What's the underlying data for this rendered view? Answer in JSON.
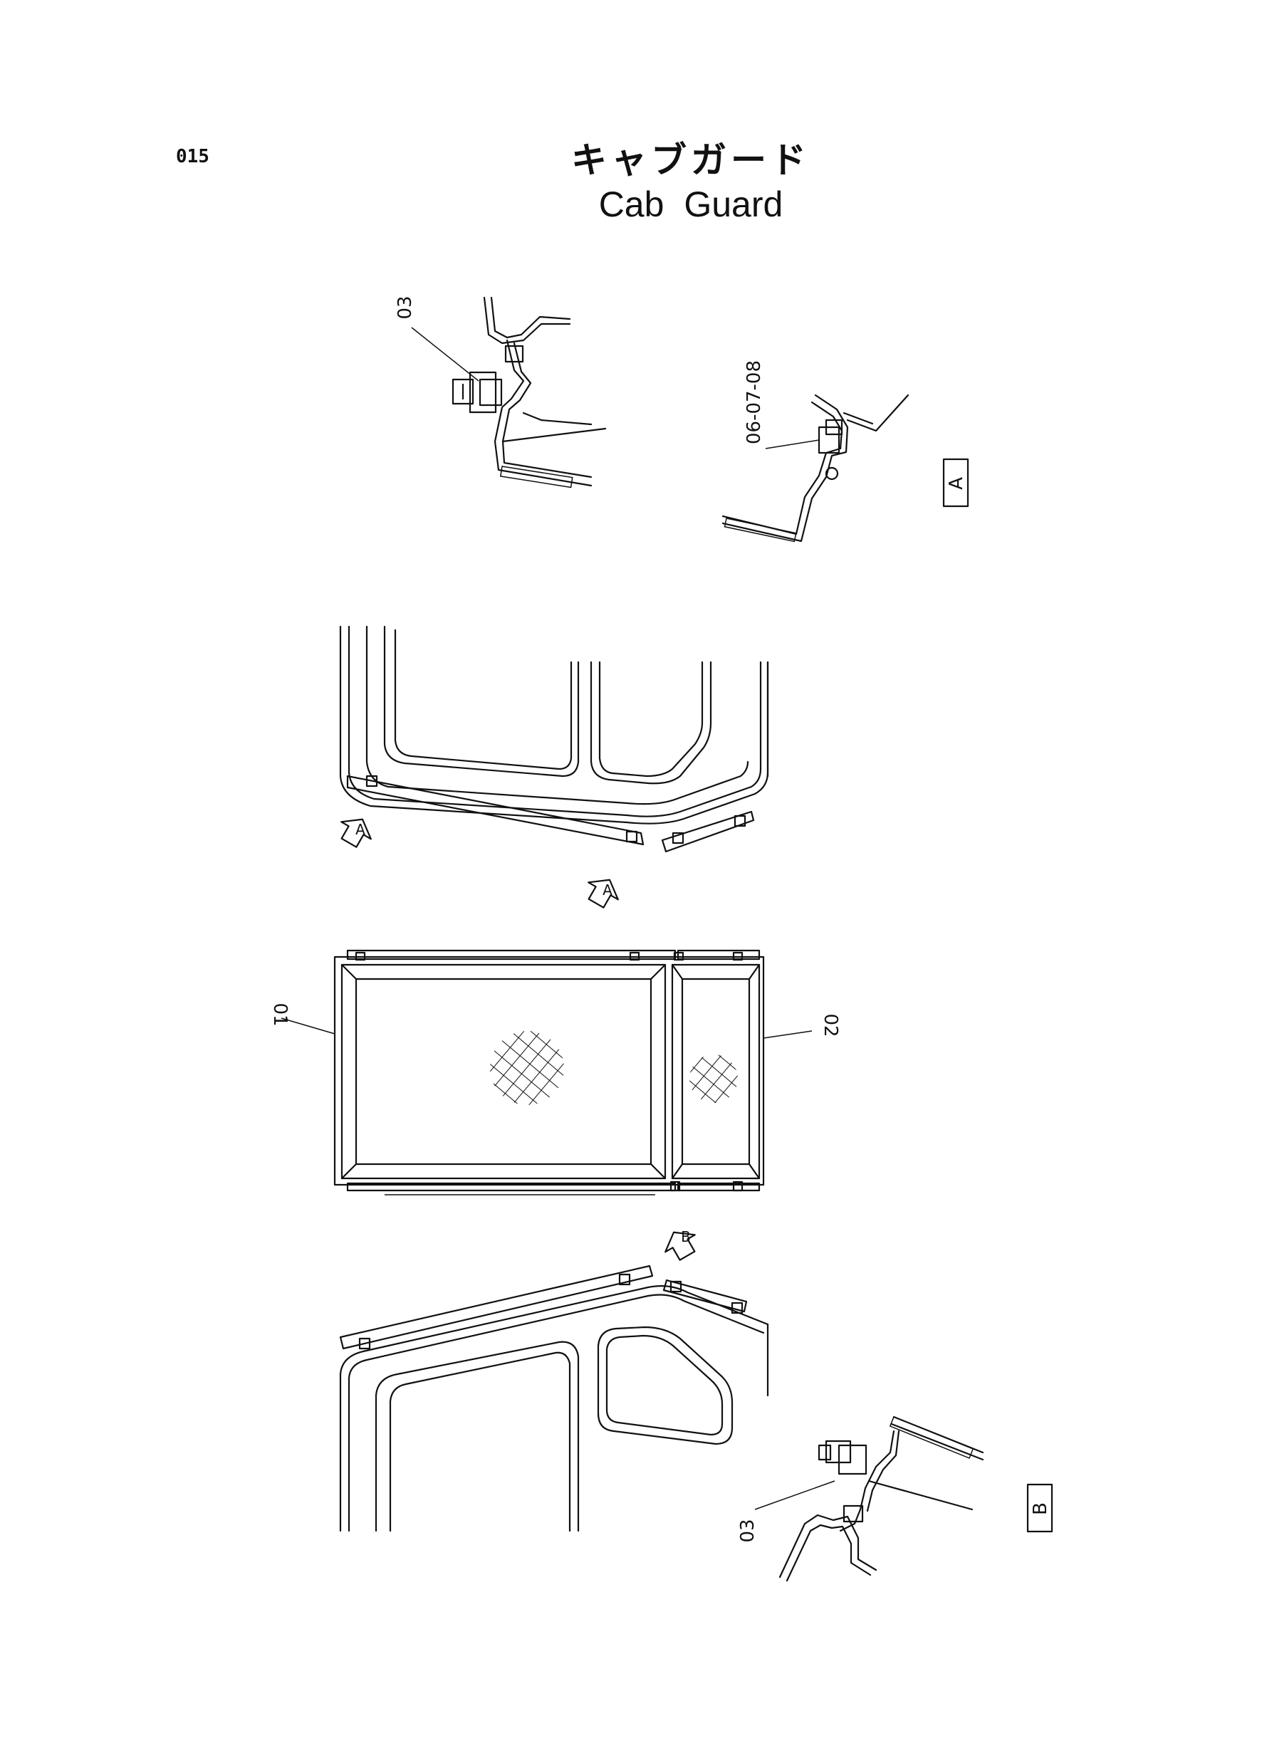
{
  "page": {
    "number": "015"
  },
  "title": {
    "japanese": "キャブガード",
    "english": "Cab  Guard"
  },
  "views": {
    "view_a": "A",
    "view_b": "B"
  },
  "callouts": {
    "p03_top": "03",
    "p06_07_08": "06-07-08",
    "p01": "01",
    "p02": "02",
    "p03_bottom": "03"
  },
  "arrows": {
    "arrow_a1": "A",
    "arrow_a2": "A",
    "arrow_b": "B"
  }
}
